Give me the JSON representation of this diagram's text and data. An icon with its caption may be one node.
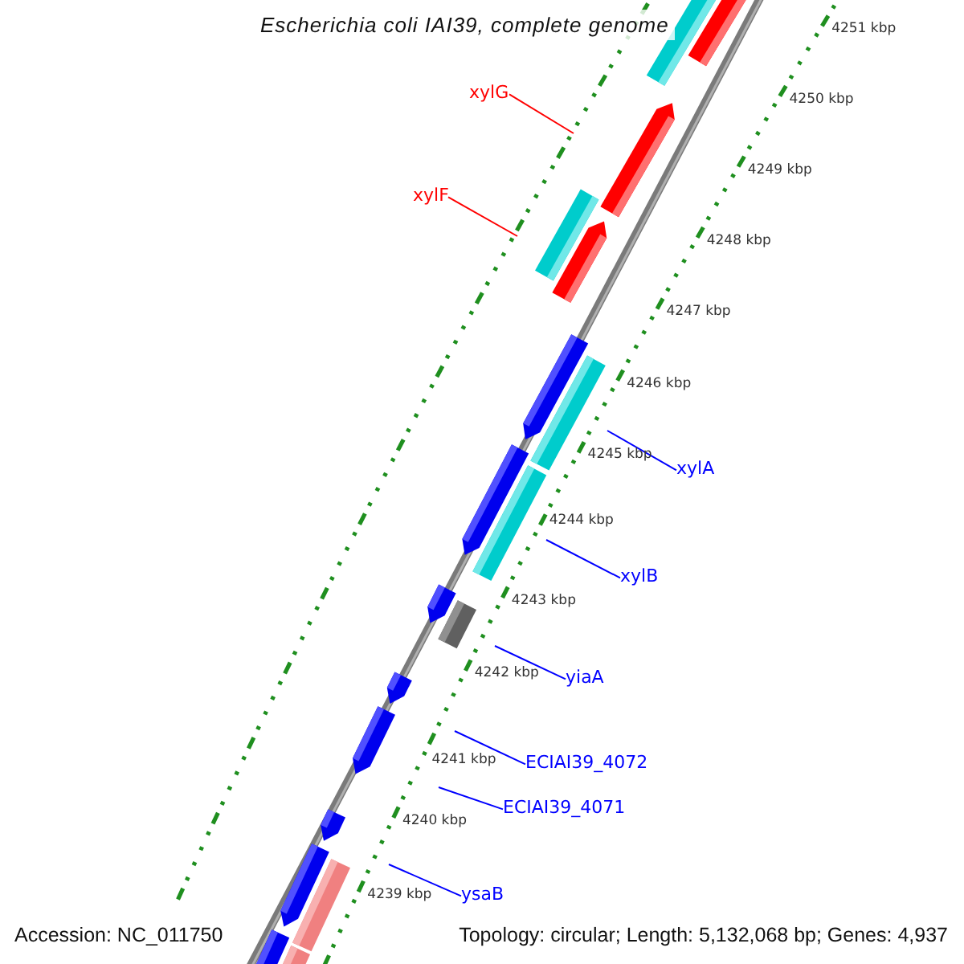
{
  "diagram": {
    "title": "Escherichia coli IAI39, complete genome",
    "nodes": [
      {
        "text": [
          "xylG"
        ]
      },
      {
        "text": [
          "xylF"
        ]
      },
      {
        "text": [
          "xylA"
        ]
      },
      {
        "text": [
          "xylB"
        ]
      },
      {
        "text": [
          "yiaA"
        ]
      },
      {
        "text": [
          "ECIAI39_4072"
        ]
      },
      {
        "text": [
          "ECIAI39_4071"
        ]
      },
      {
        "text": [
          "ysaB"
        ]
      }
    ],
    "edges": [
      {
        "from": 0,
        "to": null,
        "arrow": "none",
        "color": "#ff0000"
      },
      {
        "from": 1,
        "to": null,
        "arrow": "none",
        "color": "#ff0000"
      },
      {
        "from": 2,
        "to": null,
        "arrow": "none"
      },
      {
        "from": 3,
        "to": null,
        "arrow": "none"
      },
      {
        "from": 4,
        "to": null,
        "arrow": "none"
      },
      {
        "from": 5,
        "to": null,
        "arrow": "none"
      },
      {
        "from": 6,
        "to": null,
        "arrow": "none"
      },
      {
        "from": 7,
        "to": null,
        "arrow": "none"
      }
    ],
    "labels": [
      "4251 kbp",
      "4250 kbp",
      "4249 kbp",
      "4248 kbp",
      "4247 kbp",
      "4246 kbp",
      "4245 kbp",
      "4244 kbp",
      "4243 kbp",
      "4242 kbp",
      "4241 kbp",
      "4240 kbp",
      "4239 kbp",
      "Accession: NC_011750",
      "Topology: circular; Length: 5,132,068 bp; Genes: 4,937"
    ]
  }
}
